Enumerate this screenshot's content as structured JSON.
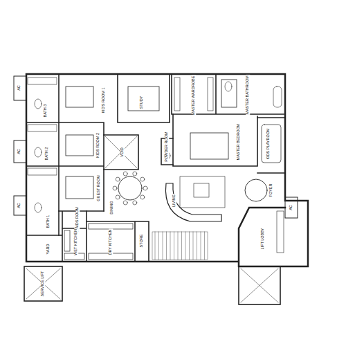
{
  "diagram": {
    "labels": [
      "AC",
      "BATH 3",
      "KID'S ROOM 1",
      "STUDY",
      "MASTER WARDROBE",
      "MASTER BATHROOM",
      "AC",
      "BATH 2",
      "KIDS ROOM 2",
      "VOID",
      "POWDER ROOM",
      "MASTER BEDROOM",
      "KIDS PLAYROOM",
      "AC",
      "GUEST ROOM",
      "DINING",
      "LIVING",
      "FOYER",
      "AC",
      "BATH 1",
      "MAIDS ROOM",
      "YARD",
      "WET KITCHEN",
      "DRY KITCHEN",
      "STORE",
      "LIFT LOBBY",
      "SERVICE LIFT"
    ]
  }
}
